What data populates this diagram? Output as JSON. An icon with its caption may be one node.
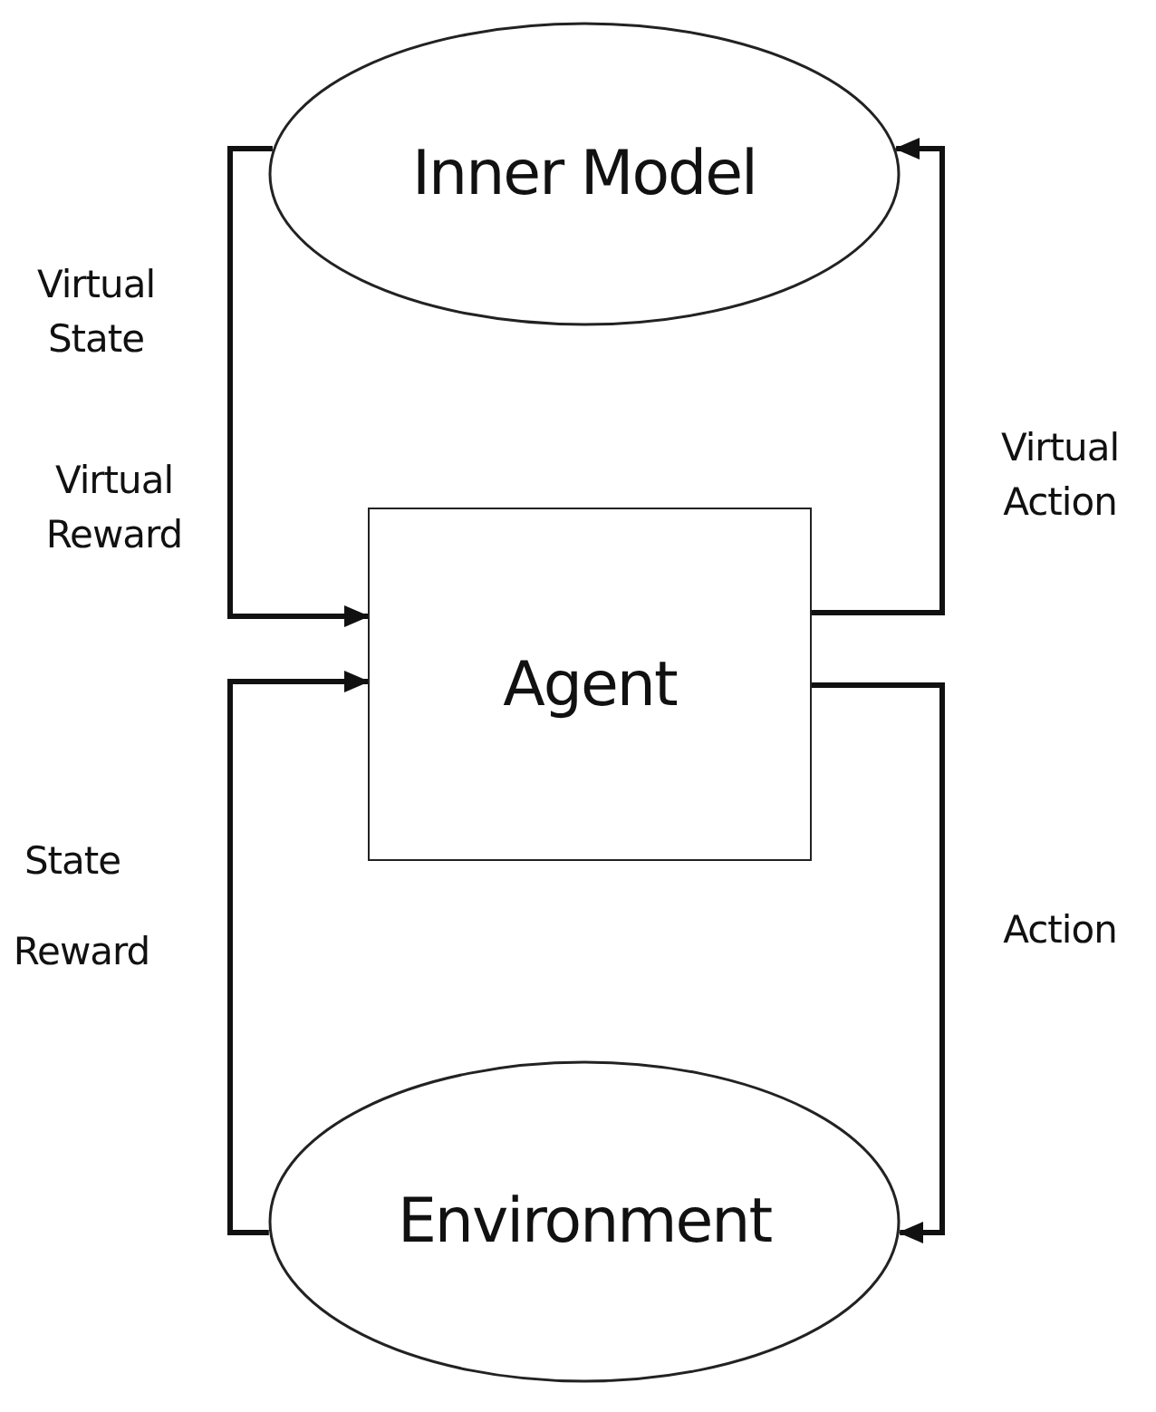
{
  "diagram": {
    "nodes": [
      {
        "text": [
          "Inner Model"
        ]
      },
      {
        "text": [
          "Agent"
        ]
      },
      {
        "text": [
          "Environment"
        ]
      }
    ],
    "edges": [
      {
        "from": 0,
        "to": 1,
        "arrow": "to"
      },
      {
        "from": 1,
        "to": 0,
        "arrow": "to"
      },
      {
        "from": 1,
        "to": 2,
        "arrow": "to"
      },
      {
        "from": 2,
        "to": 1,
        "arrow": "to"
      }
    ],
    "labels": [
      "Virtual State",
      "Virtual Reward",
      "Virtual Action",
      "State",
      "Reward",
      "Action"
    ]
  }
}
